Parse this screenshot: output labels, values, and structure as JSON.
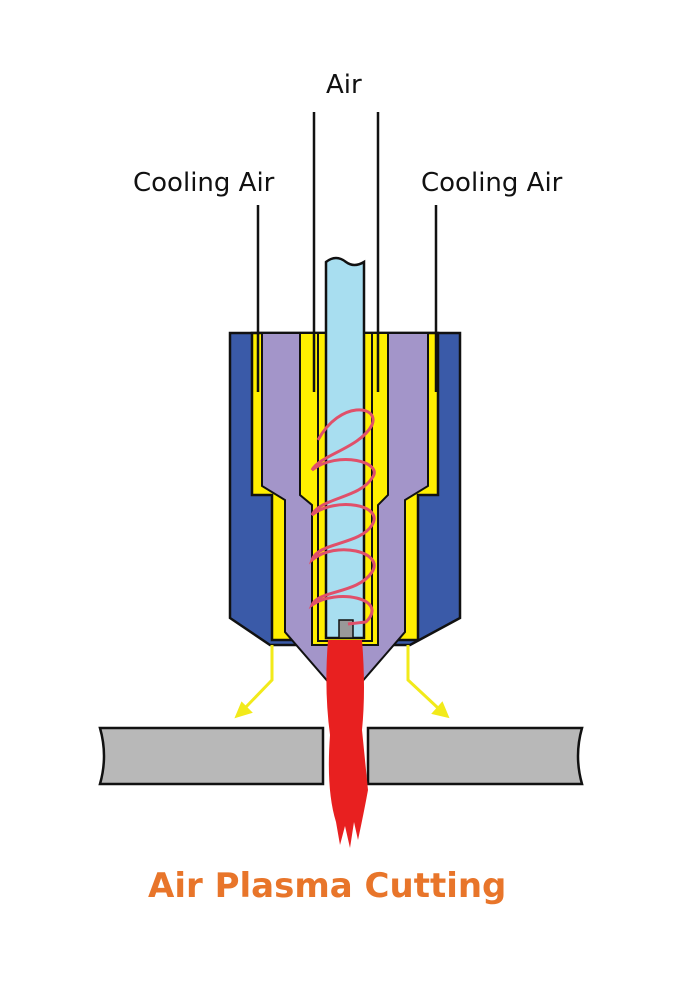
{
  "labels": {
    "air": "Air",
    "cooling_air_left": "Cooling Air",
    "cooling_air_right": "Cooling Air"
  },
  "title": "Air Plasma Cutting",
  "colors": {
    "outer_nozzle": "#3a5aa8",
    "gas_channel": "#ffef00",
    "inner_body": "#a395c9",
    "electrode": "#a8def0",
    "coil": "#e0506a",
    "plasma_arc": "#e82020",
    "workpiece": "#b8b8b8",
    "arrow": "#f2ea1a",
    "title": "#e8752a",
    "line": "#111111"
  },
  "icons": [
    "down-arrow-left-icon",
    "down-arrow-right-icon"
  ]
}
